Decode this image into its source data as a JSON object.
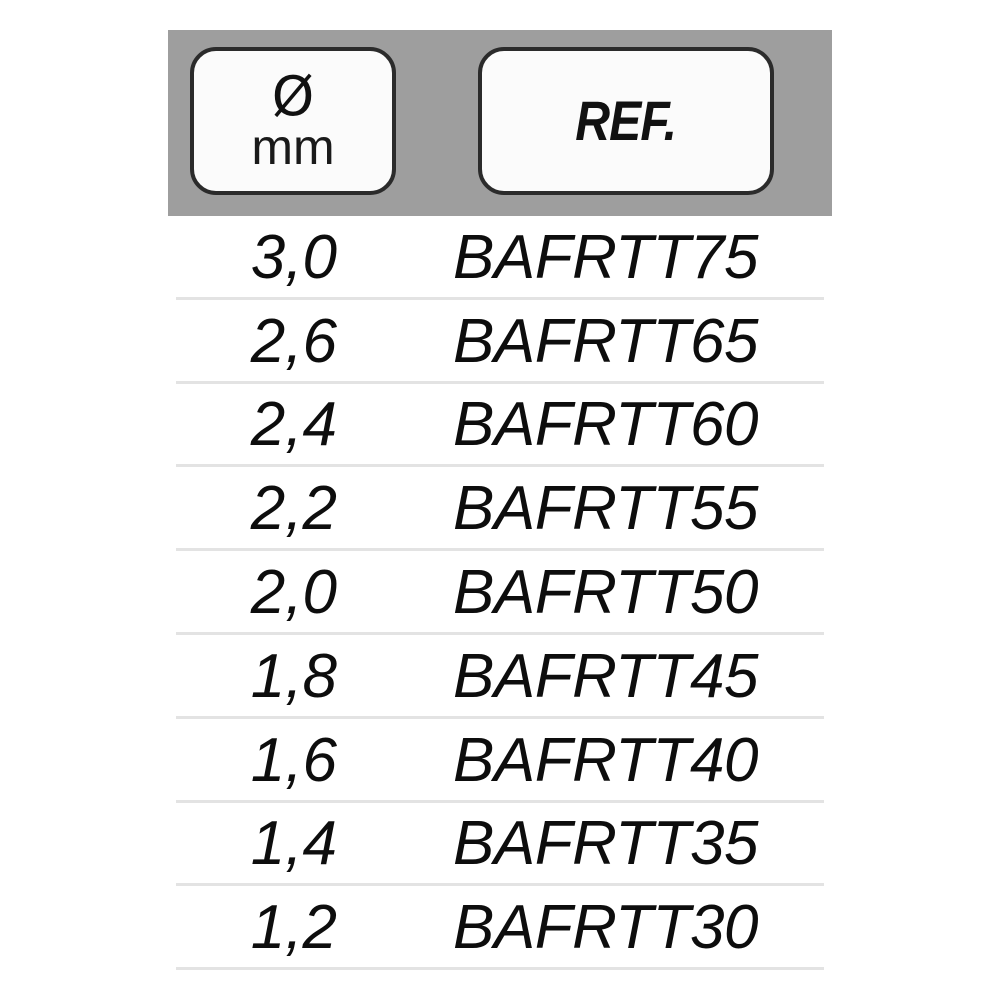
{
  "table": {
    "header": {
      "diameter": {
        "symbol": "Ø",
        "unit": "mm",
        "symbol_icon": "diameter-icon"
      },
      "reference": {
        "label": "REF."
      }
    },
    "columns": [
      "Ø mm",
      "REF."
    ],
    "rows": [
      {
        "diameter": "3,0",
        "ref": "BAFRTT75"
      },
      {
        "diameter": "2,6",
        "ref": "BAFRTT65"
      },
      {
        "diameter": "2,4",
        "ref": "BAFRTT60"
      },
      {
        "diameter": "2,2",
        "ref": "BAFRTT55"
      },
      {
        "diameter": "2,0",
        "ref": "BAFRTT50"
      },
      {
        "diameter": "1,8",
        "ref": "BAFRTT45"
      },
      {
        "diameter": "1,6",
        "ref": "BAFRTT40"
      },
      {
        "diameter": "1,4",
        "ref": "BAFRTT35"
      },
      {
        "diameter": "1,2",
        "ref": "BAFRTT30"
      }
    ]
  },
  "colors": {
    "header_band": "#9e9e9e",
    "header_cell_bg": "#fbfbfb",
    "header_cell_border": "#2b2b2b",
    "divider": "#e3e3e3",
    "text": "#0d0d0d",
    "page_bg": "#ffffff"
  }
}
